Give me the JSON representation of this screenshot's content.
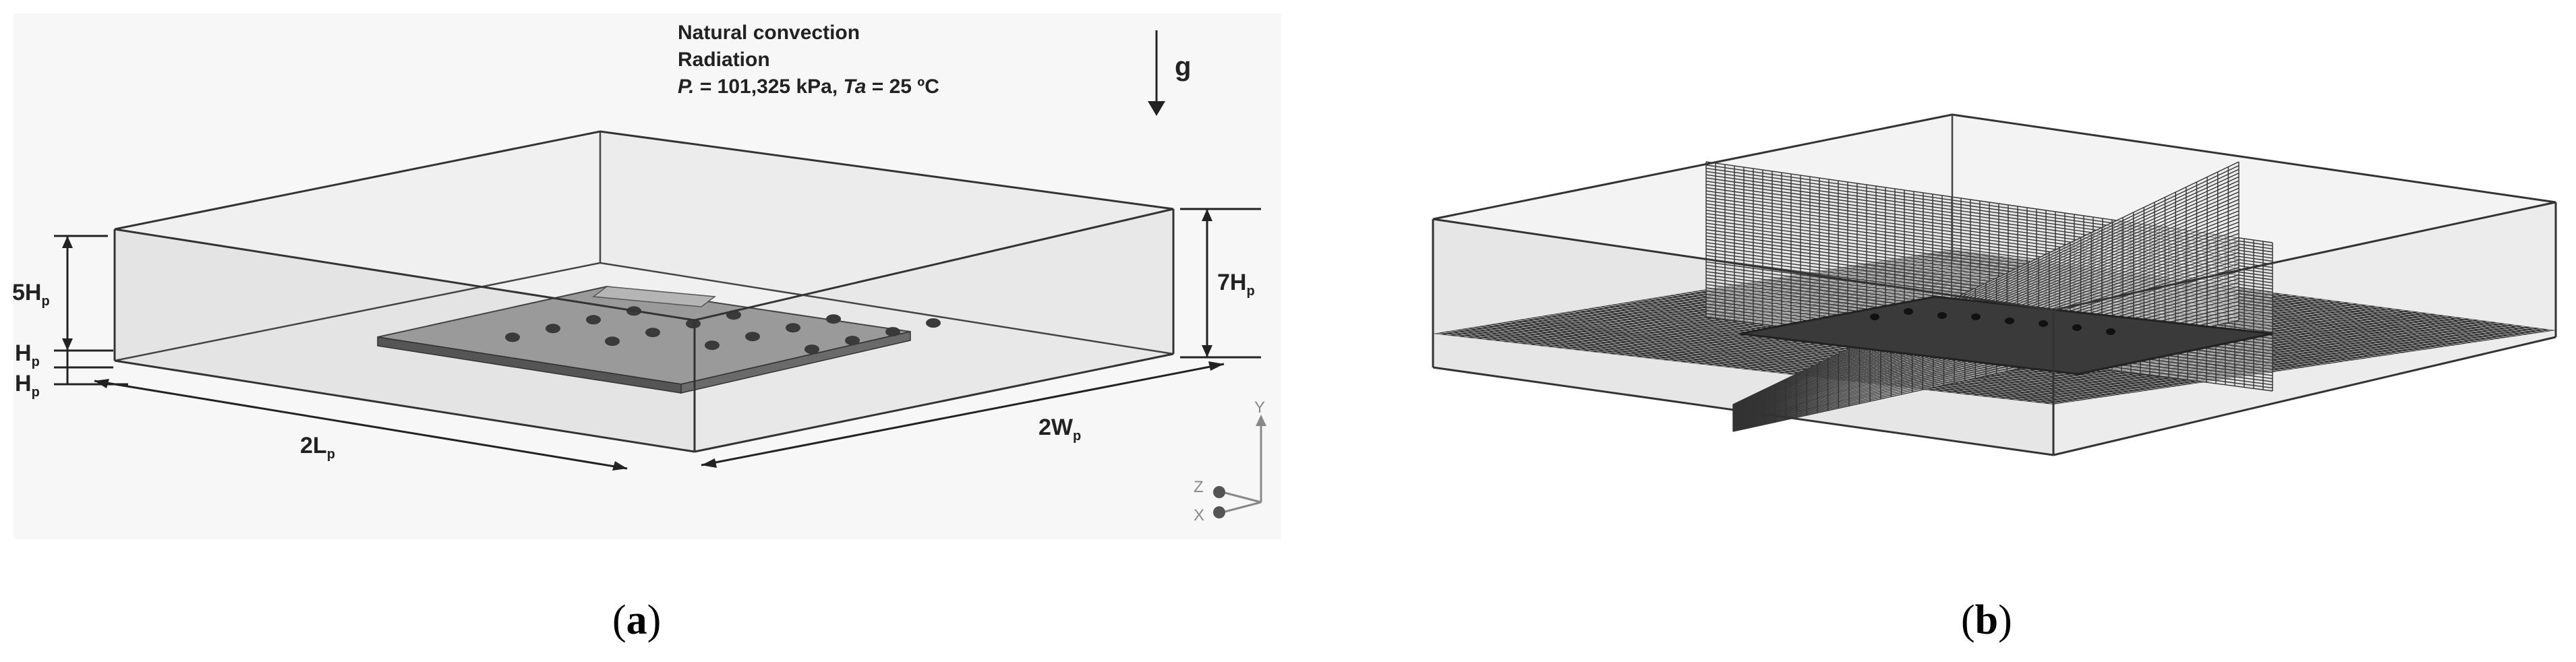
{
  "panel_a": {
    "conditions": {
      "line1": "Natural convection",
      "line2": "Radiation",
      "p_label": "P.",
      "p_value": " = 101,325 kPa, ",
      "t_label": "Ta",
      "t_value": " = 25 ºC"
    },
    "gravity_label": "g",
    "dimensions": {
      "five_hp": "5H",
      "seven_hp": "7H",
      "hp": "H",
      "two_lp": "2L",
      "two_wp": "2W",
      "subscript": "p"
    },
    "axes": {
      "y": "Y",
      "z": "Z",
      "x": "X"
    },
    "caption_open": "(",
    "caption_letter": "a",
    "caption_close": ")"
  },
  "panel_b": {
    "caption_open": "(",
    "caption_letter": "b",
    "caption_close": ")"
  },
  "colors": {
    "box_face": "#e9e9e9",
    "box_top": "#f1f1f1",
    "plate": "#9a9a9a",
    "plate_side": "#5a5a5a",
    "edge": "#333333"
  }
}
